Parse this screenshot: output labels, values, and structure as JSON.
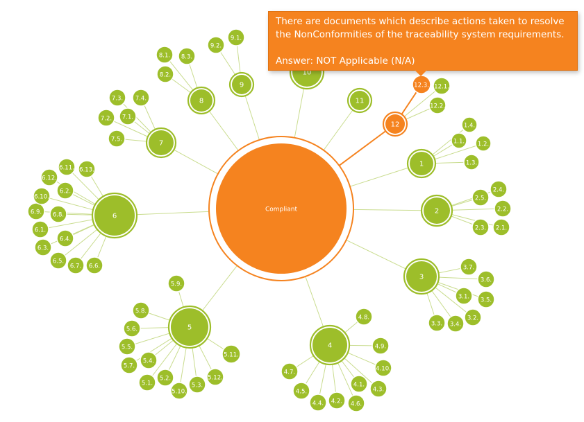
{
  "colors": {
    "node": "#9dbe2a",
    "node_ring": "#8fb423",
    "highlight": "#f5831f",
    "link": "#c9dc8e",
    "link_highlight": "#f5831f",
    "label": "#ffffff"
  },
  "root": {
    "id": "root",
    "label": "Compliant",
    "status": "highlight"
  },
  "groups": [
    {
      "id": "1",
      "label": "1",
      "children": [
        "1.1.",
        "1.2.",
        "1.3.",
        "1.4."
      ]
    },
    {
      "id": "2",
      "label": "2",
      "children": [
        "2.1.",
        "2.2.",
        "2.3.",
        "2.4.",
        "2.5."
      ]
    },
    {
      "id": "3",
      "label": "3",
      "children": [
        "3.1.",
        "3.2.",
        "3.3.",
        "3.4.",
        "3.5.",
        "3.6.",
        "3.7."
      ]
    },
    {
      "id": "4",
      "label": "4",
      "children": [
        "4.1.",
        "4.2.",
        "4.3.",
        "4.4.",
        "4.5.",
        "4.6.",
        "4.7.",
        "4.8.",
        "4.9.",
        "4.10."
      ]
    },
    {
      "id": "5",
      "label": "5",
      "children": [
        "5.1.",
        "5.2.",
        "5.3.",
        "5.4.",
        "5.5.",
        "5.6.",
        "5.7.",
        "5.8.",
        "5.9.",
        "5.10.",
        "5.11.",
        "5.12."
      ]
    },
    {
      "id": "6",
      "label": "6",
      "children": [
        "6.1.",
        "6.2.",
        "6.3.",
        "6.4.",
        "6.5.",
        "6.6.",
        "6.7.",
        "6.8.",
        "6.9.",
        "6.10.",
        "6.11.",
        "6.12.",
        "6.13."
      ]
    },
    {
      "id": "7",
      "label": "7",
      "children": [
        "7.1.",
        "7.2.",
        "7.3.",
        "7.4.",
        "7.5."
      ]
    },
    {
      "id": "8",
      "label": "8",
      "children": [
        "8.1.",
        "8.2.",
        "8.3."
      ]
    },
    {
      "id": "9",
      "label": "9",
      "children": [
        "9.1.",
        "9.2."
      ]
    },
    {
      "id": "10",
      "label": "10",
      "children": []
    },
    {
      "id": "11",
      "label": "11",
      "children": []
    },
    {
      "id": "12",
      "label": "12",
      "status": "highlight",
      "children": [
        "12.1.",
        "12.2.",
        "12.3."
      ]
    }
  ],
  "highlighted_leaf": "12.3.",
  "tooltip": {
    "question": "There are documents which describe actions taken to resolve the NonConformities of the traceability system requirements.",
    "answer": "Answer: NOT Applicable (N/A)"
  }
}
